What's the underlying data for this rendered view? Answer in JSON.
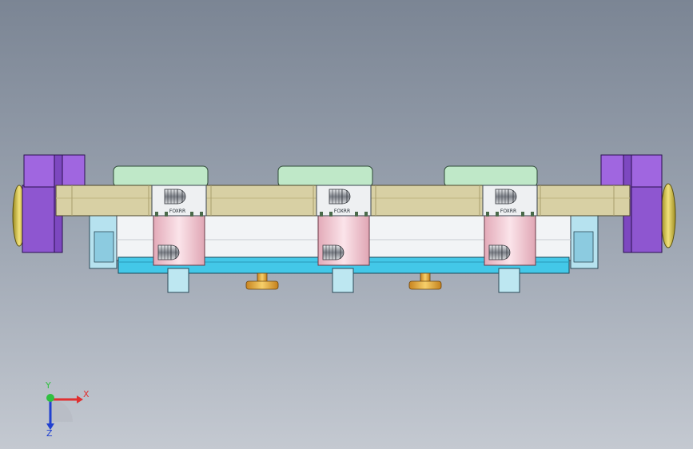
{
  "viewport": {
    "background_top": "#7b8594",
    "background_bottom": "#c4c9d1"
  },
  "model": {
    "clamp_units": [
      {
        "label": "FOXRR"
      },
      {
        "label": "FOXRR"
      },
      {
        "label": "FOXRR"
      }
    ],
    "colors": {
      "top_rail": "#d8d0a4",
      "top_blocks": "#bfe8c8",
      "end_clamps": "#9a5fd8",
      "end_caps": "#e6d25a",
      "base_plate": "#43c8e8",
      "body": "#f2f4f6",
      "cylinders": "#f0c8d2",
      "side_blocks": "#b6e2ef",
      "feet": "#bde7f1",
      "pads": "#e7aa38"
    }
  },
  "triad": {
    "x_label": "X",
    "y_label": "Y",
    "z_label": "Z",
    "x_color": "#e03030",
    "y_color": "#30c040",
    "z_color": "#2040d0"
  }
}
